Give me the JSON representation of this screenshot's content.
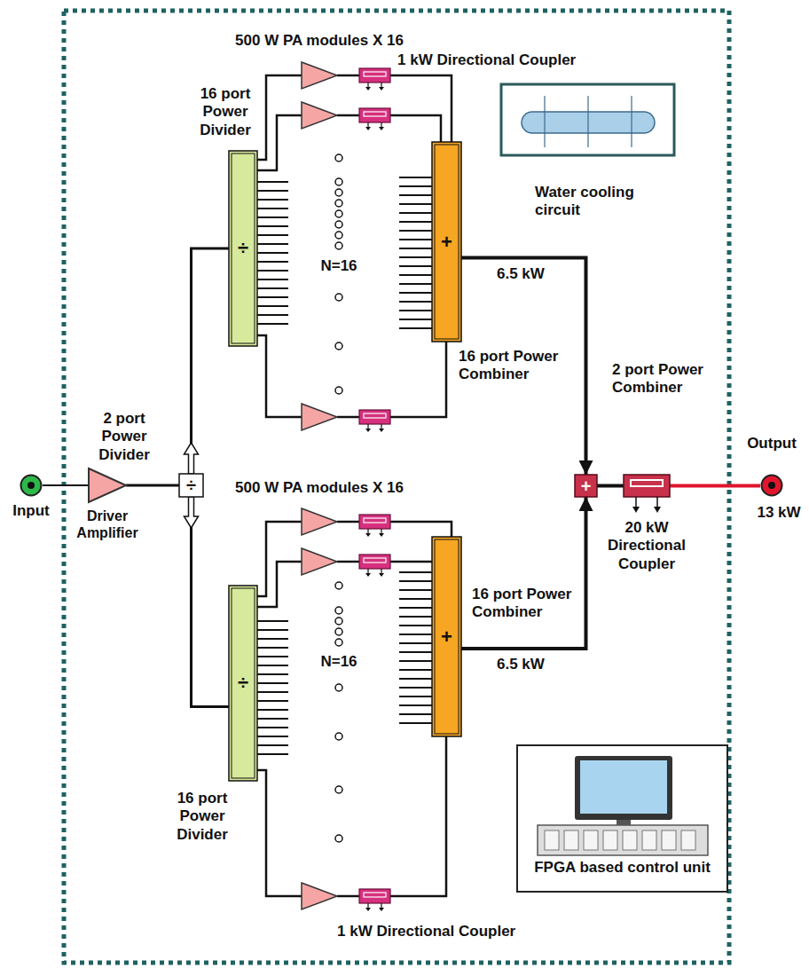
{
  "diagram": {
    "nodes": [
      {
        "text": [
          "Input"
        ]
      },
      {
        "text": [
          "Driver Amplifier"
        ]
      },
      {
        "text": [
          "÷",
          "2 port Power Divider"
        ]
      },
      {
        "text": [
          "÷",
          "16 port Power Divider"
        ]
      },
      {
        "text": [
          "+",
          "16 port Power Combiner"
        ]
      },
      {
        "text": [
          "÷",
          "16 port Power Divider"
        ]
      },
      {
        "text": [
          "+",
          "16 port Power Combiner"
        ]
      },
      {
        "text": [
          "+",
          "2 port Power Combiner"
        ]
      },
      {
        "text": [
          "20 kW Directional Coupler"
        ]
      },
      {
        "text": [
          "Output"
        ]
      },
      {
        "text": [
          "Water cooling circuit"
        ]
      },
      {
        "text": [
          "FPGA based control unit"
        ]
      }
    ],
    "edges": [
      {
        "from": 0,
        "to": 1,
        "arrow": "none"
      },
      {
        "from": 1,
        "to": 2,
        "arrow": "none"
      },
      {
        "from": 2,
        "to": 3,
        "arrow": "none"
      },
      {
        "from": 2,
        "to": 5,
        "arrow": "none"
      },
      {
        "from": 4,
        "to": 7,
        "label": "6.5 kW",
        "arrow": "to"
      },
      {
        "from": 6,
        "to": 7,
        "label": "6.5 kW",
        "arrow": "to"
      },
      {
        "from": 7,
        "to": 8,
        "arrow": "none"
      },
      {
        "from": 8,
        "to": 9,
        "arrow": "none"
      }
    ],
    "labels": [
      "500 W PA modules X 16",
      "1 kW Directional Coupler",
      "N=16",
      "500 W PA modules X 16",
      "N=16",
      "1 kW Directional Coupler",
      "13 kW"
    ]
  }
}
